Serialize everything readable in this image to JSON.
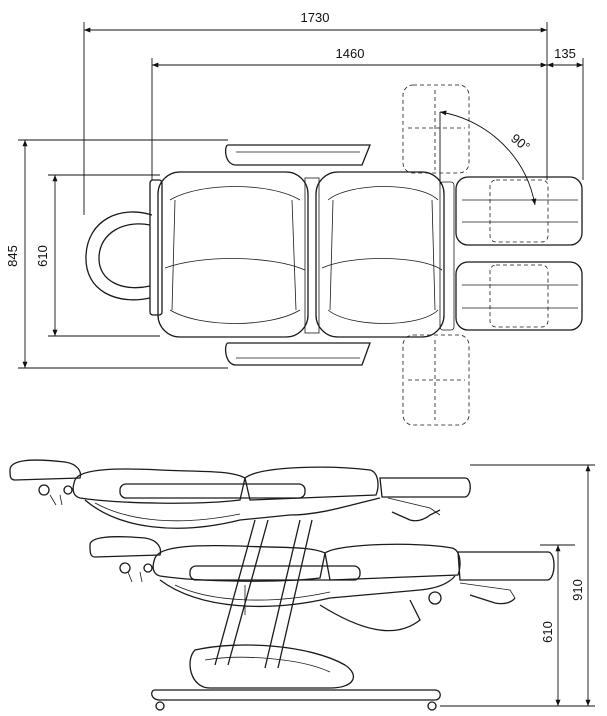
{
  "dimensions": {
    "total_length": "1730",
    "seat_length": "1460",
    "foot_extension": "135",
    "total_width": "845",
    "seat_width": "610",
    "max_height": "910",
    "min_height": "610",
    "footrest_angle": "90°"
  }
}
